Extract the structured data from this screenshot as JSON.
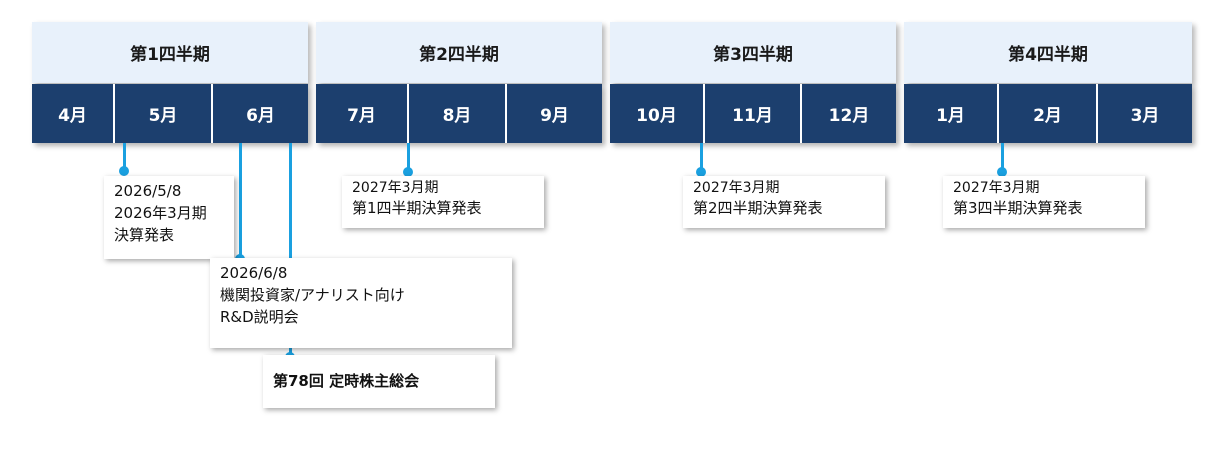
{
  "quarters": [
    "第1四半期",
    "第2四半期",
    "第3四半期",
    "第4四半期"
  ],
  "months": [
    "4月",
    "5月",
    "6月",
    "7月",
    "8月",
    "9月",
    "10月",
    "11月",
    "12月",
    "1月",
    "2月",
    "3月"
  ],
  "events": [
    {
      "lines": [
        "2026/5/8",
        "2026年3月期",
        "決算発表"
      ]
    },
    {
      "lines": [
        "2026/6/8",
        "機関投資家/アナリスト向け",
        "R&D説明会"
      ]
    },
    {
      "lines": [
        "第78回 定時株主総会"
      ]
    },
    {
      "lines": [
        "2027年3月期",
        "第1四半期決算発表"
      ]
    },
    {
      "lines": [
        "2027年3月期",
        "第2四半期決算発表"
      ]
    },
    {
      "lines": [
        "2027年3月期",
        "第3四半期決算発表"
      ]
    }
  ],
  "colors": {
    "quarter_band": "#e8f1fb",
    "month_band": "#1c3f6e",
    "connector": "#1aa0e0"
  }
}
